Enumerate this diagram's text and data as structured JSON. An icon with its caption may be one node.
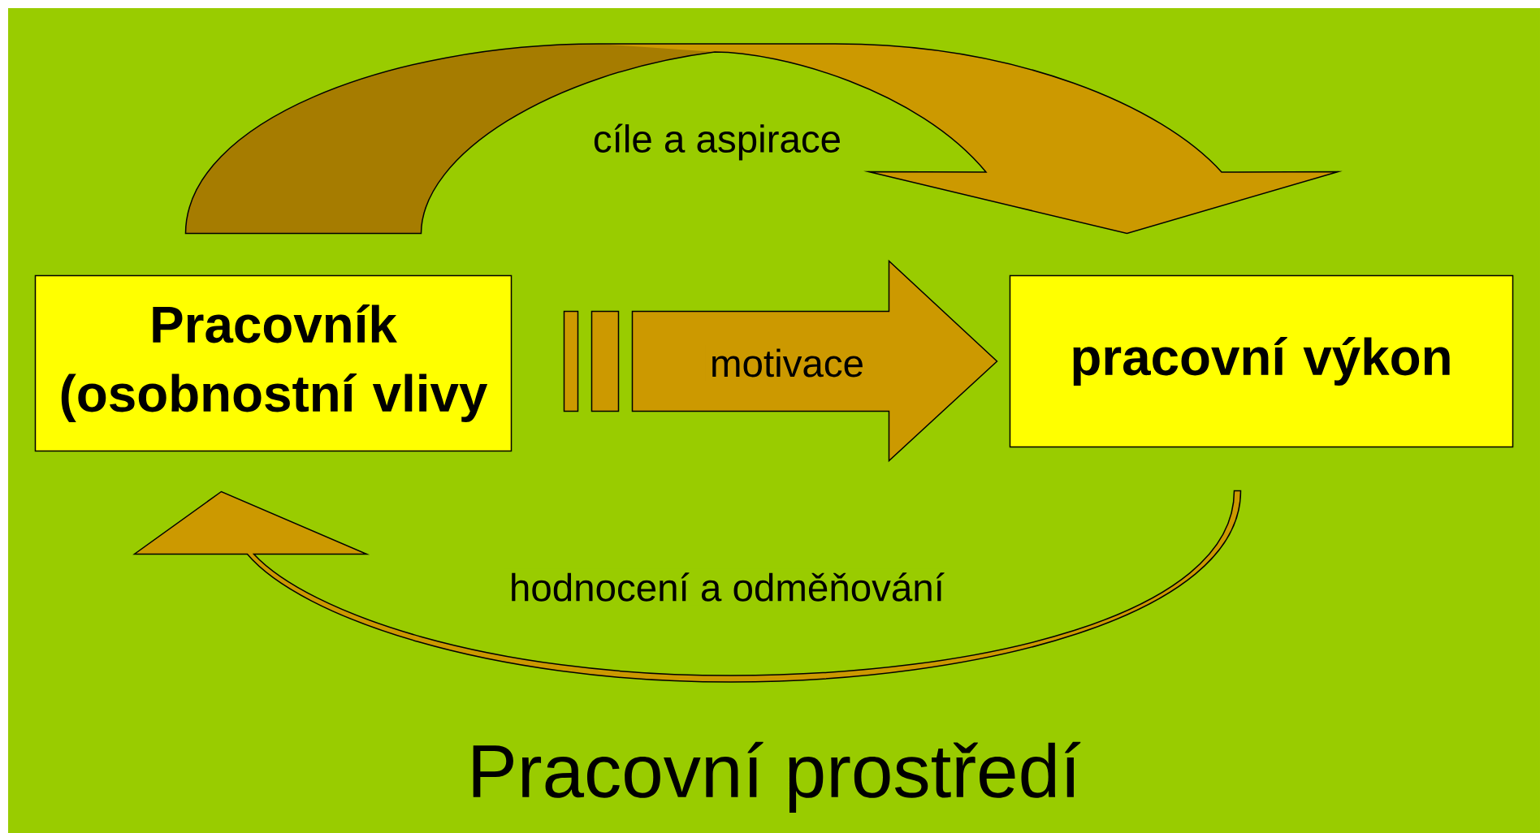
{
  "diagram": {
    "nodes": [
      {
        "text": [
          "Pracovní prostředí"
        ]
      },
      {
        "text": [
          "Pracovník (osobnostní vlivy"
        ],
        "in": 0
      },
      {
        "text": [
          "pracovní výkon"
        ],
        "in": 0
      }
    ],
    "edges": [
      {
        "from": 1,
        "to": 2,
        "arrow": "to",
        "label": "motivace"
      },
      {
        "from": 1,
        "to": 2,
        "arrow": "to",
        "label": "cíle a aspirace"
      },
      {
        "from": 2,
        "to": 1,
        "arrow": "to",
        "label": "hodnocení a odměňování"
      }
    ]
  }
}
